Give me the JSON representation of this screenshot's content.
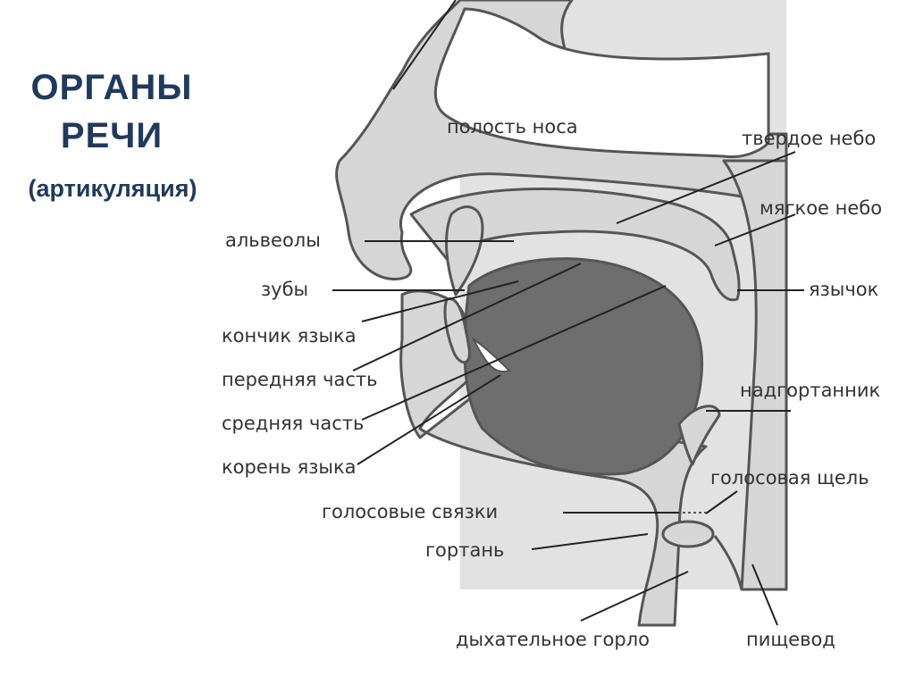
{
  "title": {
    "line1": "ОРГАНЫ",
    "line2": "РЕЧИ",
    "subtitle": "(артикуляция)"
  },
  "labels": {
    "nasal_cavity": "полость носа",
    "hard_palate": "твердое небо",
    "soft_palate": "мягкое небо",
    "uvula": "язычок",
    "alveoli": "альвеолы",
    "teeth": "зубы",
    "tongue_tip": "кончик языка",
    "front_part": "передняя часть",
    "middle_part": "средняя часть",
    "tongue_root": "корень языка",
    "epiglottis": "надгортанник",
    "glottis": "голосовая щель",
    "vocal_cords": "голосовые связки",
    "larynx": "гортань",
    "windpipe": "дыхательное горло",
    "esophagus": "пищевод"
  },
  "colors": {
    "title": "#1f3a5f",
    "tissue": "#d6d6d6",
    "background_panel": "#e2e2e2",
    "tongue": "#6e6e6e",
    "outline": "#555555"
  }
}
